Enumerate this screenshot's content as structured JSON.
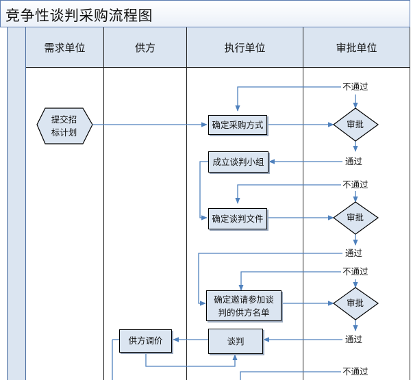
{
  "title": "竞争性谈判采购流程图",
  "lanes": [
    "需求单位",
    "供方",
    "执行单位",
    "审批单位"
  ],
  "nodes": {
    "submit_bid_plan": "提交招\n标计划",
    "determine_method": "确定采购方式",
    "form_team": "成立谈判小组",
    "determine_docs": "确定谈判文件",
    "determine_suppliers": "确定邀请参加谈\n判的供方名单",
    "negotiate": "谈判",
    "supplier_adjust": "供方调价",
    "approve_1": "审批",
    "approve_2": "审批",
    "approve_3": "审批"
  },
  "labels": {
    "reject_1": "不通过",
    "pass_1": "通过",
    "reject_2": "不通过",
    "pass_2": "通过",
    "reject_3": "不通过",
    "pass_3": "通过",
    "reject_4": "不通过"
  },
  "colors": {
    "line": "#4f81bd",
    "header_fill": "#dbe5f1",
    "border": "#000000"
  }
}
